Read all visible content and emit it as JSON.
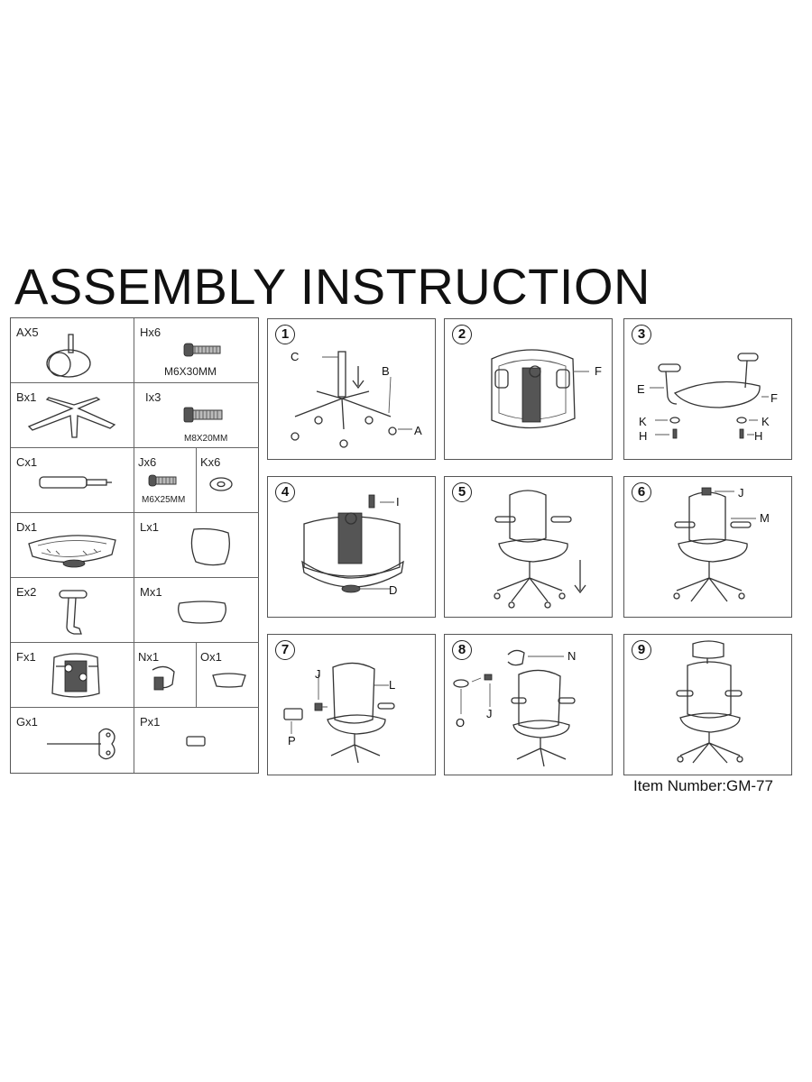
{
  "title": "ASSEMBLY INSTRUCTION",
  "item_number": "Item Number:GM-77",
  "parts": {
    "a": {
      "label": "AX5"
    },
    "h": {
      "label": "Hx6",
      "spec": "M6X30MM"
    },
    "b": {
      "label": "Bx1"
    },
    "i": {
      "label": "Ix3",
      "spec": "M8X20MM"
    },
    "c": {
      "label": "Cx1"
    },
    "j": {
      "label": "Jx6",
      "spec": "M6X25MM"
    },
    "k": {
      "label": "Kx6"
    },
    "d": {
      "label": "Dx1"
    },
    "l": {
      "label": "Lx1"
    },
    "e": {
      "label": "Ex2"
    },
    "m": {
      "label": "Mx1"
    },
    "f": {
      "label": "Fx1"
    },
    "n": {
      "label": "Nx1"
    },
    "o": {
      "label": "Ox1"
    },
    "g": {
      "label": "Gx1"
    },
    "p": {
      "label": "Px1"
    }
  },
  "steps": [
    {
      "number": "1",
      "callouts": [
        "C",
        "B",
        "A"
      ]
    },
    {
      "number": "2",
      "callouts": [
        "F"
      ]
    },
    {
      "number": "3",
      "callouts": [
        "E",
        "F",
        "K",
        "H",
        "K",
        "H"
      ]
    },
    {
      "number": "4",
      "callouts": [
        "I",
        "D"
      ]
    },
    {
      "number": "5",
      "callouts": []
    },
    {
      "number": "6",
      "callouts": [
        "J",
        "M"
      ]
    },
    {
      "number": "7",
      "callouts": [
        "J",
        "L",
        "P"
      ]
    },
    {
      "number": "8",
      "callouts": [
        "N",
        "O",
        "J"
      ]
    },
    {
      "number": "9",
      "callouts": []
    }
  ]
}
